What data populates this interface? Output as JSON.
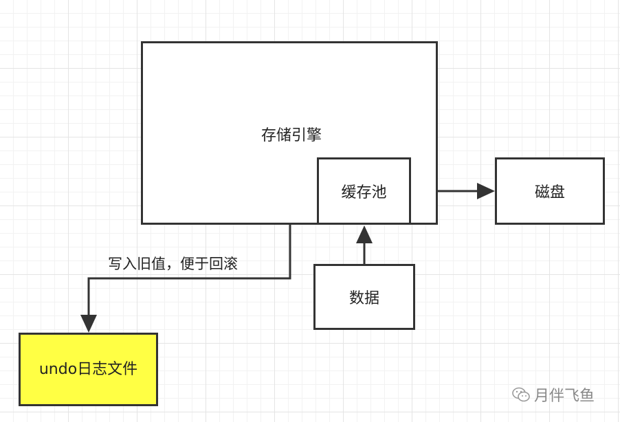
{
  "nodes": {
    "storage_engine": "存储引擎",
    "buffer_pool": "缓存池",
    "disk": "磁盘",
    "data": "数据",
    "undo_file": "undo日志文件"
  },
  "edges": {
    "engine_to_undo_label": "写入旧值，便于回滚"
  },
  "watermark": {
    "text": "月伴飞鱼",
    "icon": "wechat-icon"
  },
  "colors": {
    "line": "#333333",
    "undo_fill": "#ffff44"
  }
}
